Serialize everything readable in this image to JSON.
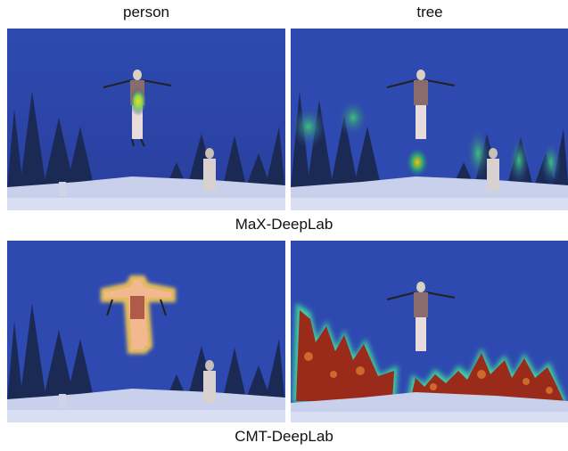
{
  "columns": [
    "person",
    "tree"
  ],
  "rows": [
    {
      "caption": "MaX-DeepLab",
      "panels": [
        "person attention map",
        "tree attention map"
      ]
    },
    {
      "caption": "CMT-DeepLab",
      "panels": [
        "person attention map",
        "tree attention map"
      ]
    }
  ]
}
